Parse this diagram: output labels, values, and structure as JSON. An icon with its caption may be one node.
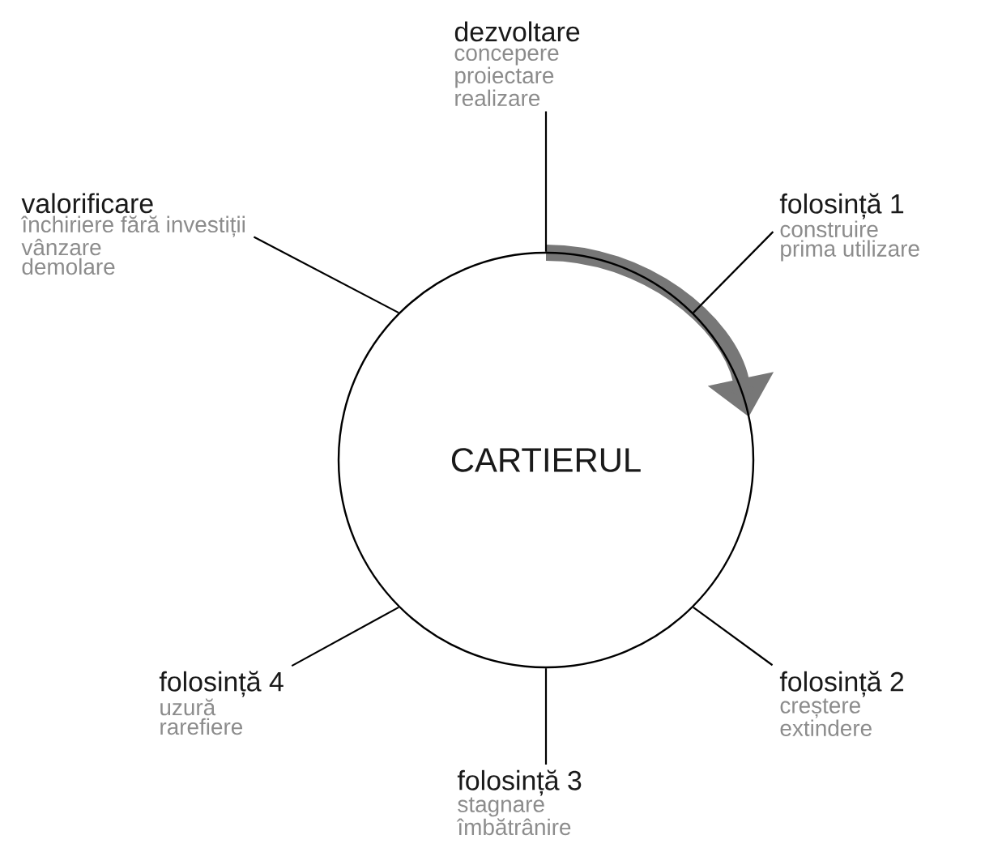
{
  "diagram": {
    "nodes": [
      {
        "text": [
          "CARTIERUL"
        ]
      },
      {
        "text": [
          "dezvoltare",
          "concepere",
          "proiectare",
          "realizare"
        ]
      },
      {
        "text": [
          "valorificare",
          "închiriere fără investiții",
          "vânzare",
          "demolare"
        ]
      },
      {
        "text": [
          "folosință 1",
          "construire",
          "prima utilizare"
        ]
      },
      {
        "text": [
          "folosință 4",
          "uzură",
          "rarefiere"
        ]
      },
      {
        "text": [
          "folosință 3",
          "stagnare",
          "îmbătrânire"
        ]
      },
      {
        "text": [
          "folosință 2",
          "creștere",
          "extindere"
        ]
      }
    ],
    "edges": [
      {
        "from": 0,
        "to": 1,
        "arrow": "none"
      },
      {
        "from": 0,
        "to": 2,
        "arrow": "none"
      },
      {
        "from": 0,
        "to": 3,
        "arrow": "none"
      },
      {
        "from": 0,
        "to": 4,
        "arrow": "none"
      },
      {
        "from": 0,
        "to": 5,
        "arrow": "none"
      },
      {
        "from": 0,
        "to": 6,
        "arrow": "none"
      }
    ]
  }
}
